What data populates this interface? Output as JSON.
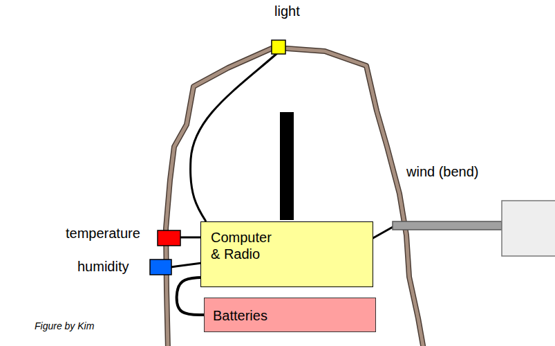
{
  "diagram": {
    "nodes": [
      {
        "text": [
          "Computer & Radio"
        ]
      },
      {
        "text": [
          "Batteries"
        ]
      }
    ],
    "edges": [
      {
        "from": 0,
        "to": 1,
        "arrow": "none"
      }
    ],
    "labels": [
      "light",
      "wind (bend)",
      "temperature",
      "humidity",
      "Figure by Kim"
    ]
  }
}
